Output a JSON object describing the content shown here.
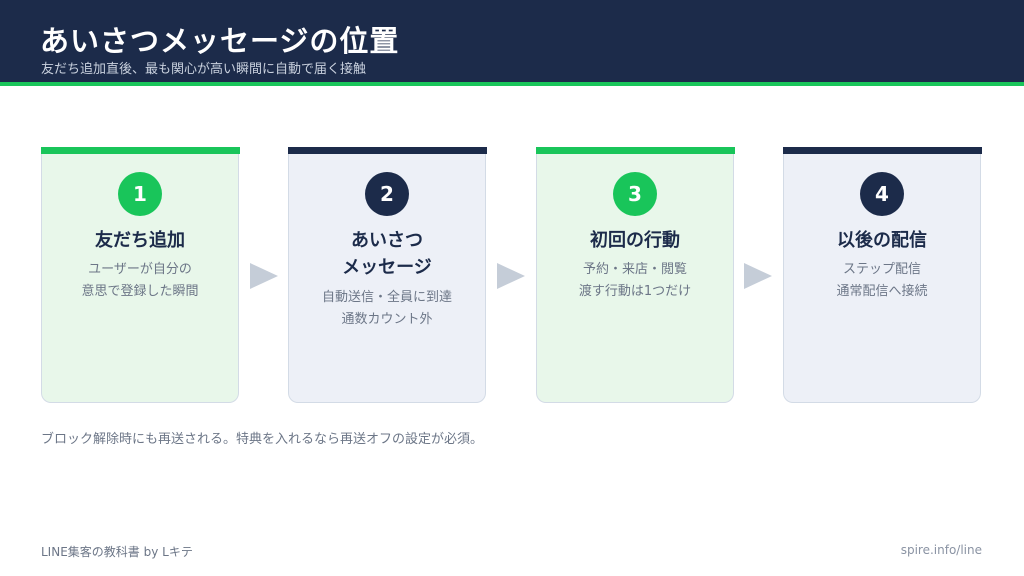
{
  "header": {
    "title": "あいさつメッセージの位置",
    "subtitle": "友だち追加直後、最も関心が高い瞬間に自動で届く接触"
  },
  "steps": [
    {
      "number": "1",
      "title_lines": [
        "友だち追加"
      ],
      "desc_lines": [
        "ユーザーが自分の",
        "意思で登録した瞬間"
      ],
      "color": "#19c55a"
    },
    {
      "number": "2",
      "title_lines": [
        "あいさつ",
        "メッセージ"
      ],
      "desc_lines": [
        "自動送信・全員に到達",
        "通数カウント外"
      ],
      "color": "#1c2b4a"
    },
    {
      "number": "3",
      "title_lines": [
        "初回の行動"
      ],
      "desc_lines": [
        "予約・来店・閲覧",
        "渡す行動は1つだけ"
      ],
      "color": "#19c55a"
    },
    {
      "number": "4",
      "title_lines": [
        "以後の配信"
      ],
      "desc_lines": [
        "ステップ配信",
        "通常配信へ接続"
      ],
      "color": "#1c2b4a"
    }
  ],
  "note": "ブロック解除時にも再送される。特典を入れるなら再送オフの設定が必須。",
  "footer": {
    "left": "LINE集客の教科書 by Lキテ",
    "right": "spire.info/line"
  },
  "colors": {
    "navy": "#1c2b4a",
    "green": "#19c55a",
    "green_card": "#e8f7ea",
    "navy_card": "#edf0f7",
    "arrow": "#c5cdd8"
  }
}
